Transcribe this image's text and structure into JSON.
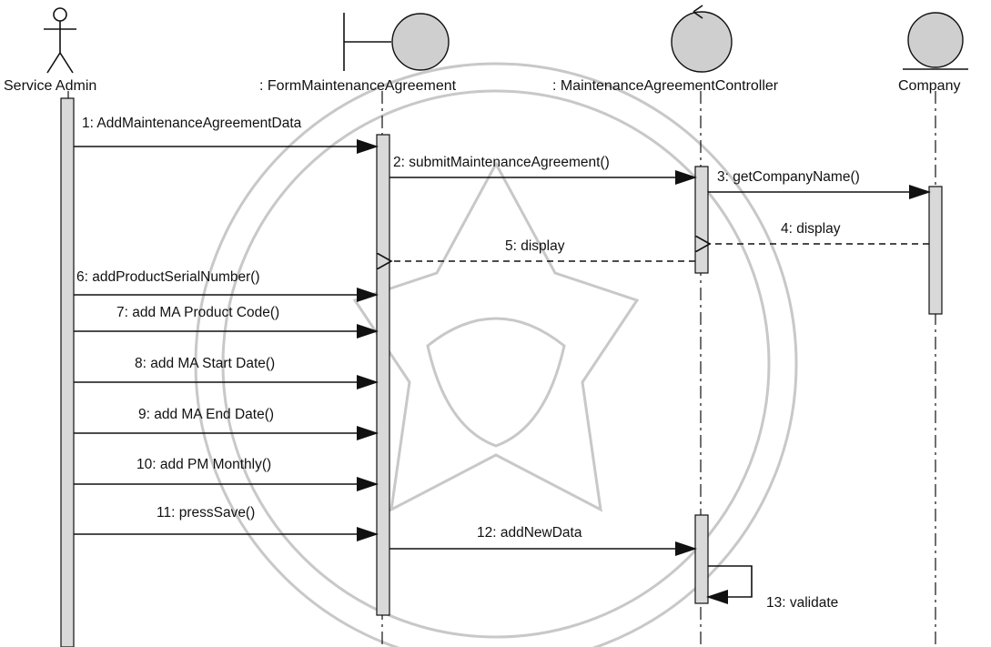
{
  "participants": [
    {
      "id": "service-admin",
      "name": "Service Admin",
      "kind": "actor"
    },
    {
      "id": "form",
      "name": ": FormMaintenanceAgreement",
      "kind": "boundary"
    },
    {
      "id": "controller",
      "name": ": MaintenanceAgreementController",
      "kind": "control"
    },
    {
      "id": "company",
      "name": "Company",
      "kind": "entity"
    }
  ],
  "messages": [
    {
      "n": 1,
      "label": "1: AddMaintenanceAgreementData",
      "from": "service-admin",
      "to": "form",
      "style": "call"
    },
    {
      "n": 2,
      "label": "2: submitMaintenanceAgreement()",
      "from": "form",
      "to": "controller",
      "style": "call"
    },
    {
      "n": 3,
      "label": "3: getCompanyName()",
      "from": "controller",
      "to": "company",
      "style": "call"
    },
    {
      "n": 4,
      "label": "4: display",
      "from": "company",
      "to": "controller",
      "style": "return"
    },
    {
      "n": 5,
      "label": "5: display",
      "from": "controller",
      "to": "form",
      "style": "return"
    },
    {
      "n": 6,
      "label": "6: addProductSerialNumber()",
      "from": "service-admin",
      "to": "form",
      "style": "call"
    },
    {
      "n": 7,
      "label": "7: add MA Product Code()",
      "from": "service-admin",
      "to": "form",
      "style": "call"
    },
    {
      "n": 8,
      "label": "8: add MA Start Date()",
      "from": "service-admin",
      "to": "form",
      "style": "call"
    },
    {
      "n": 9,
      "label": "9: add MA End Date()",
      "from": "service-admin",
      "to": "form",
      "style": "call"
    },
    {
      "n": 10,
      "label": "10: add PM Monthly()",
      "from": "service-admin",
      "to": "form",
      "style": "call"
    },
    {
      "n": 11,
      "label": "11: pressSave()",
      "from": "service-admin",
      "to": "form",
      "style": "call"
    },
    {
      "n": 12,
      "label": "12: addNewData",
      "from": "form",
      "to": "controller",
      "style": "call"
    },
    {
      "n": 13,
      "label": "13: validate",
      "from": "controller",
      "to": "controller",
      "style": "self"
    }
  ],
  "watermark": {
    "color": "#c8c8c8"
  }
}
